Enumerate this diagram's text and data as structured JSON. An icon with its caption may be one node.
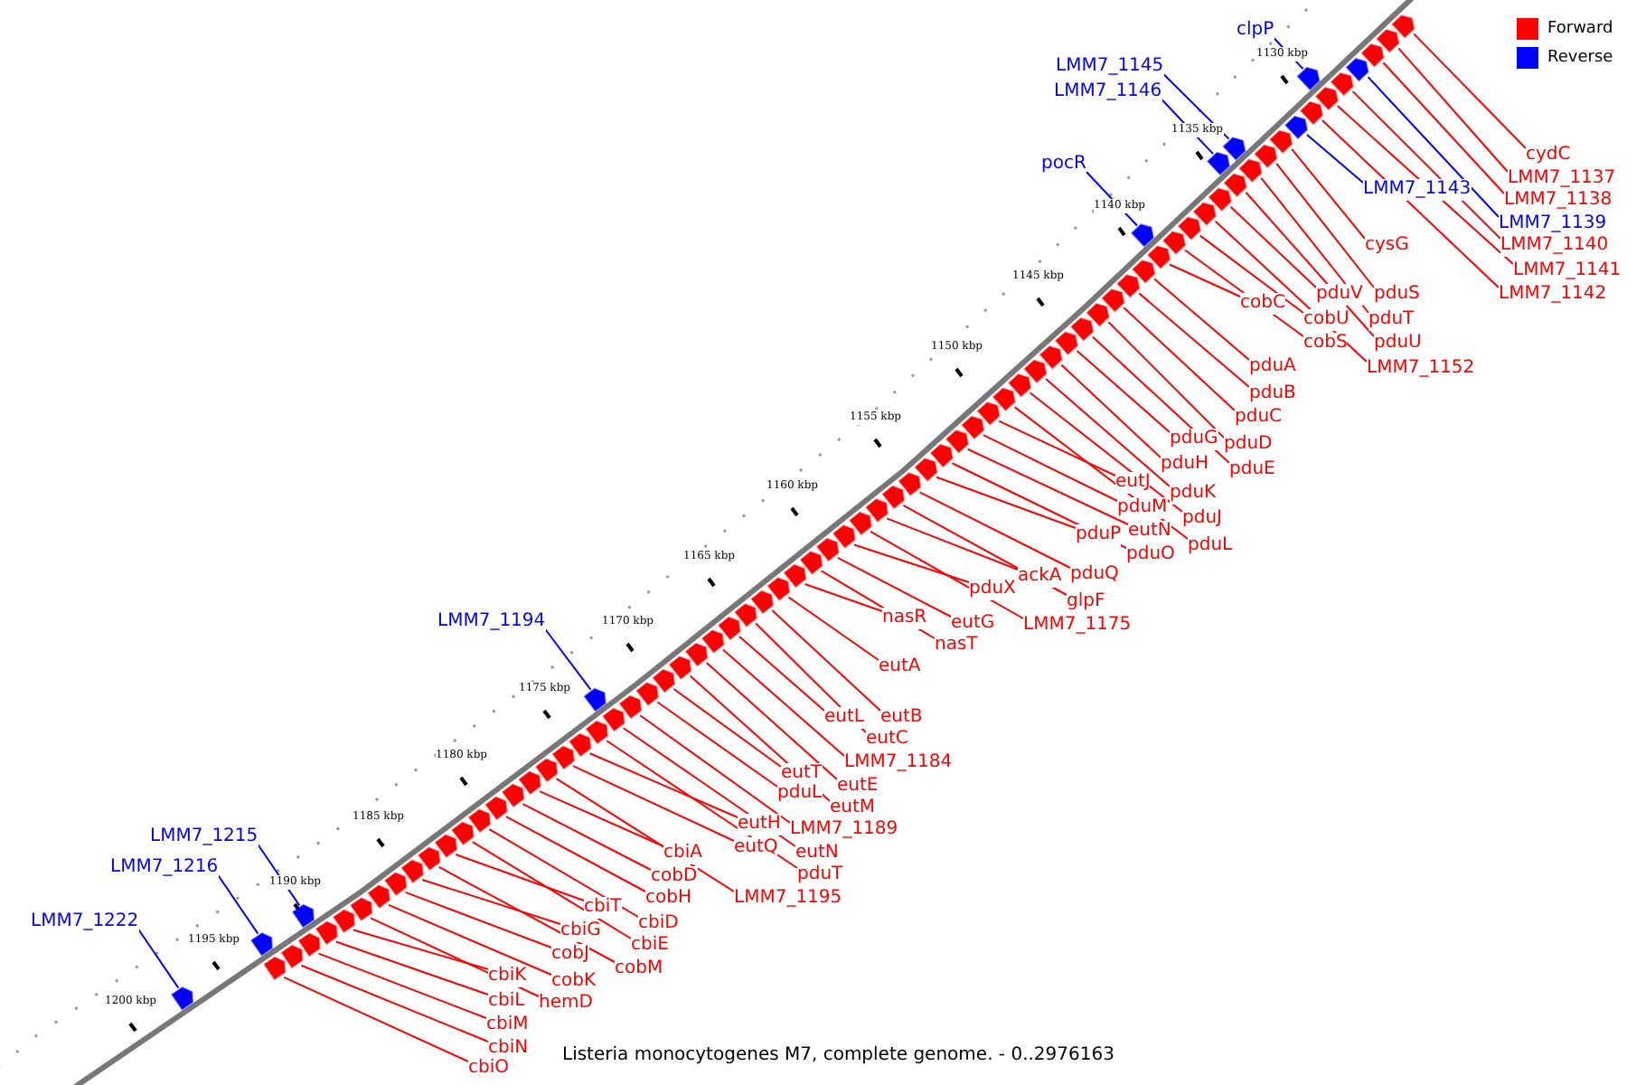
{
  "diagram": {
    "caption": "Listeria monocytogenes M7, complete genome. - 0..2976163",
    "nodes": [
      {
        "text": [
          "clpP"
        ]
      },
      {
        "text": [
          "LMM7_1145"
        ]
      },
      {
        "text": [
          "LMM7_1146"
        ]
      },
      {
        "text": [
          "cydC"
        ]
      },
      {
        "text": [
          "pocR"
        ]
      },
      {
        "text": [
          "LMM7_1137"
        ]
      },
      {
        "text": [
          "LMM7_1143"
        ]
      },
      {
        "text": [
          "LMM7_1138"
        ]
      },
      {
        "text": [
          "LMM7_1139"
        ]
      },
      {
        "text": [
          "LMM7_1140"
        ]
      },
      {
        "text": [
          "cysG"
        ]
      },
      {
        "text": [
          "LMM7_1141"
        ]
      },
      {
        "text": [
          "LMM7_1142"
        ]
      },
      {
        "text": [
          "pduV"
        ]
      },
      {
        "text": [
          "pduS"
        ]
      },
      {
        "text": [
          "cobC"
        ]
      },
      {
        "text": [
          "cobU"
        ]
      },
      {
        "text": [
          "pduT"
        ]
      },
      {
        "text": [
          "cobS"
        ]
      },
      {
        "text": [
          "pduU"
        ]
      },
      {
        "text": [
          "pduA"
        ]
      },
      {
        "text": [
          "LMM7_1152"
        ]
      },
      {
        "text": [
          "pduB"
        ]
      },
      {
        "text": [
          "pduC"
        ]
      },
      {
        "text": [
          "pduG"
        ]
      },
      {
        "text": [
          "pduD"
        ]
      },
      {
        "text": [
          "pduH"
        ]
      },
      {
        "text": [
          "pduE"
        ]
      },
      {
        "text": [
          "eutJ"
        ]
      },
      {
        "text": [
          "pduK"
        ]
      },
      {
        "text": [
          "pduM"
        ]
      },
      {
        "text": [
          "pduJ"
        ]
      },
      {
        "text": [
          "eutN"
        ]
      },
      {
        "text": [
          "pduP"
        ]
      },
      {
        "text": [
          "pduL"
        ]
      },
      {
        "text": [
          "pduO"
        ]
      },
      {
        "text": [
          "pduQ"
        ]
      },
      {
        "text": [
          "ackA"
        ]
      },
      {
        "text": [
          "pduX"
        ]
      },
      {
        "text": [
          "glpF"
        ]
      },
      {
        "text": [
          "nasR"
        ]
      },
      {
        "text": [
          "LMM7_1194"
        ]
      },
      {
        "text": [
          "eutG"
        ]
      },
      {
        "text": [
          "LMM7_1175"
        ]
      },
      {
        "text": [
          "nasT"
        ]
      },
      {
        "text": [
          "eutA"
        ]
      },
      {
        "text": [
          "eutL"
        ]
      },
      {
        "text": [
          "eutB"
        ]
      },
      {
        "text": [
          "eutC"
        ]
      },
      {
        "text": [
          "LMM7_1184"
        ]
      },
      {
        "text": [
          "eutT"
        ]
      },
      {
        "text": [
          "eutE"
        ]
      },
      {
        "text": [
          "pduL"
        ]
      },
      {
        "text": [
          "eutM"
        ]
      },
      {
        "text": [
          "eutH"
        ]
      },
      {
        "text": [
          "LMM7_1189"
        ]
      },
      {
        "text": [
          "LMM7_1215"
        ]
      },
      {
        "text": [
          "eutQ"
        ]
      },
      {
        "text": [
          "cbiA"
        ]
      },
      {
        "text": [
          "eutN"
        ]
      },
      {
        "text": [
          "LMM7_1216"
        ]
      },
      {
        "text": [
          "pduT"
        ]
      },
      {
        "text": [
          "cobD"
        ]
      },
      {
        "text": [
          "cobH"
        ]
      },
      {
        "text": [
          "LMM7_1195"
        ]
      },
      {
        "text": [
          "cbiT"
        ]
      },
      {
        "text": [
          "LMM7_1222"
        ]
      },
      {
        "text": [
          "cbiD"
        ]
      },
      {
        "text": [
          "cbiG"
        ]
      },
      {
        "text": [
          "cbiE"
        ]
      },
      {
        "text": [
          "cobJ"
        ]
      },
      {
        "text": [
          "cobM"
        ]
      },
      {
        "text": [
          "cbiK"
        ]
      },
      {
        "text": [
          "cobK"
        ]
      },
      {
        "text": [
          "cbiL"
        ]
      },
      {
        "text": [
          "hemD"
        ]
      },
      {
        "text": [
          "cbiM"
        ]
      },
      {
        "text": [
          "cbiN"
        ]
      },
      {
        "text": [
          "cbiO"
        ]
      },
      {
        "text": [],
        "shape": "pentagon"
      },
      {
        "text": [],
        "shape": "pentagon"
      },
      {
        "text": [],
        "shape": "pentagon"
      },
      {
        "text": [],
        "shape": "pentagon"
      },
      {
        "text": [],
        "shape": "pentagon"
      },
      {
        "text": [],
        "shape": "pentagon"
      },
      {
        "text": [],
        "shape": "pentagon"
      },
      {
        "text": [],
        "shape": "pentagon"
      },
      {
        "text": [],
        "shape": "pentagon"
      },
      {
        "text": [],
        "shape": "pentagon"
      },
      {
        "text": [],
        "shape": "pentagon"
      },
      {
        "text": [],
        "shape": "pentagon"
      },
      {
        "text": [],
        "shape": "pentagon"
      },
      {
        "text": [],
        "shape": "pentagon"
      },
      {
        "text": [],
        "shape": "pentagon"
      },
      {
        "text": [],
        "shape": "pentagon"
      },
      {
        "text": [],
        "shape": "pentagon"
      },
      {
        "text": [],
        "shape": "pentagon"
      },
      {
        "text": [],
        "shape": "pentagon"
      },
      {
        "text": [],
        "shape": "pentagon"
      },
      {
        "text": [],
        "shape": "pentagon"
      },
      {
        "text": [],
        "shape": "pentagon"
      },
      {
        "text": [],
        "shape": "pentagon"
      },
      {
        "text": [],
        "shape": "pentagon"
      },
      {
        "text": [],
        "shape": "pentagon"
      },
      {
        "text": [],
        "shape": "pentagon"
      },
      {
        "text": [],
        "shape": "pentagon"
      },
      {
        "text": [],
        "shape": "pentagon"
      },
      {
        "text": [],
        "shape": "pentagon"
      },
      {
        "text": [],
        "shape": "pentagon"
      },
      {
        "text": [],
        "shape": "pentagon"
      },
      {
        "text": [],
        "shape": "pentagon"
      },
      {
        "text": [],
        "shape": "pentagon"
      },
      {
        "text": [],
        "shape": "pentagon"
      },
      {
        "text": [],
        "shape": "pentagon"
      },
      {
        "text": [],
        "shape": "pentagon"
      },
      {
        "text": [],
        "shape": "pentagon"
      },
      {
        "text": [],
        "shape": "pentagon"
      },
      {
        "text": [],
        "shape": "pentagon"
      },
      {
        "text": [],
        "shape": "pentagon"
      },
      {
        "text": [],
        "shape": "pentagon"
      },
      {
        "text": [],
        "shape": "pentagon"
      },
      {
        "text": [],
        "shape": "pentagon"
      },
      {
        "text": [],
        "shape": "pentagon"
      },
      {
        "text": [],
        "shape": "pentagon"
      },
      {
        "text": [],
        "shape": "pentagon"
      },
      {
        "text": [],
        "shape": "pentagon"
      },
      {
        "text": [],
        "shape": "pentagon"
      },
      {
        "text": [],
        "shape": "pentagon"
      },
      {
        "text": [],
        "shape": "pentagon"
      },
      {
        "text": [],
        "shape": "pentagon"
      },
      {
        "text": [],
        "shape": "pentagon"
      },
      {
        "text": [],
        "shape": "pentagon"
      },
      {
        "text": [],
        "shape": "pentagon"
      },
      {
        "text": [],
        "shape": "pentagon"
      },
      {
        "text": [],
        "shape": "pentagon"
      },
      {
        "text": [],
        "shape": "pentagon"
      },
      {
        "text": [],
        "shape": "pentagon"
      },
      {
        "text": [],
        "shape": "pentagon"
      },
      {
        "text": [],
        "shape": "pentagon"
      },
      {
        "text": [],
        "shape": "pentagon"
      },
      {
        "text": [],
        "shape": "pentagon"
      },
      {
        "text": [],
        "shape": "pentagon"
      },
      {
        "text": [],
        "shape": "pentagon"
      },
      {
        "text": [],
        "shape": "pentagon"
      },
      {
        "text": [],
        "shape": "pentagon"
      },
      {
        "text": [],
        "shape": "pentagon"
      },
      {
        "text": [],
        "shape": "pentagon"
      },
      {
        "text": [],
        "shape": "pentagon"
      },
      {
        "text": [],
        "shape": "pentagon"
      },
      {
        "text": [],
        "shape": "pentagon"
      },
      {
        "text": [],
        "shape": "pentagon"
      },
      {
        "text": [],
        "shape": "pentagon"
      },
      {
        "text": [],
        "shape": "pentagon"
      },
      {
        "text": [],
        "shape": "pentagon"
      },
      {
        "text": [],
        "shape": "pentagon"
      },
      {
        "text": [],
        "shape": "pentagon"
      },
      {
        "text": [],
        "shape": "pentagon"
      },
      {
        "text": [],
        "shape": "pentagon"
      }
    ],
    "edges": [
      {
        "from": 0,
        "to": 149,
        "arrow": "none",
        "color": "#0000ff"
      },
      {
        "from": 1,
        "to": 148,
        "arrow": "none",
        "color": "#0000ff"
      },
      {
        "from": 2,
        "to": 146,
        "arrow": "none",
        "color": "#0000ff"
      },
      {
        "from": 3,
        "to": 157,
        "arrow": "none"
      },
      {
        "from": 4,
        "to": 137,
        "arrow": "none",
        "color": "#0000ff"
      },
      {
        "from": 5,
        "to": 156,
        "arrow": "none"
      },
      {
        "from": 6,
        "to": 150,
        "arrow": "none",
        "color": "#0000ff"
      },
      {
        "from": 7,
        "to": 155,
        "arrow": "none"
      },
      {
        "from": 8,
        "to": 154,
        "arrow": "none",
        "color": "#0000ff"
      },
      {
        "from": 9,
        "to": 153,
        "arrow": "none"
      },
      {
        "from": 10,
        "to": 147,
        "arrow": "none"
      },
      {
        "from": 11,
        "to": 152,
        "arrow": "none"
      },
      {
        "from": 12,
        "to": 151,
        "arrow": "none"
      },
      {
        "from": 13,
        "to": 142,
        "arrow": "none"
      },
      {
        "from": 14,
        "to": 145,
        "arrow": "none"
      },
      {
        "from": 15,
        "to": 138,
        "arrow": "none"
      },
      {
        "from": 16,
        "to": 140,
        "arrow": "none"
      },
      {
        "from": 17,
        "to": 144,
        "arrow": "none"
      },
      {
        "from": 18,
        "to": 139,
        "arrow": "none"
      },
      {
        "from": 19,
        "to": 143,
        "arrow": "none"
      },
      {
        "from": 20,
        "to": 136,
        "arrow": "none"
      },
      {
        "from": 21,
        "to": 141,
        "arrow": "none"
      },
      {
        "from": 22,
        "to": 135,
        "arrow": "none"
      },
      {
        "from": 23,
        "to": 134,
        "arrow": "none"
      },
      {
        "from": 24,
        "to": 131,
        "arrow": "none"
      },
      {
        "from": 25,
        "to": 133,
        "arrow": "none"
      },
      {
        "from": 26,
        "to": 130,
        "arrow": "none"
      },
      {
        "from": 27,
        "to": 132,
        "arrow": "none"
      },
      {
        "from": 28,
        "to": 126,
        "arrow": "none"
      },
      {
        "from": 29,
        "to": 129,
        "arrow": "none"
      },
      {
        "from": 30,
        "to": 125,
        "arrow": "none"
      },
      {
        "from": 31,
        "to": 128,
        "arrow": "none"
      },
      {
        "from": 32,
        "to": 124,
        "arrow": "none"
      },
      {
        "from": 33,
        "to": 122,
        "arrow": "none"
      },
      {
        "from": 34,
        "to": 127,
        "arrow": "none"
      },
      {
        "from": 35,
        "to": 123,
        "arrow": "none"
      },
      {
        "from": 36,
        "to": 121,
        "arrow": "none"
      },
      {
        "from": 37,
        "to": 119,
        "arrow": "none"
      },
      {
        "from": 38,
        "to": 117,
        "arrow": "none"
      },
      {
        "from": 39,
        "to": 120,
        "arrow": "none"
      },
      {
        "from": 40,
        "to": 114,
        "arrow": "none"
      },
      {
        "from": 41,
        "to": 99,
        "arrow": "none",
        "color": "#0000ff"
      },
      {
        "from": 42,
        "to": 116,
        "arrow": "none"
      },
      {
        "from": 43,
        "to": 118,
        "arrow": "none"
      },
      {
        "from": 44,
        "to": 115,
        "arrow": "none"
      },
      {
        "from": 45,
        "to": 113,
        "arrow": "none"
      },
      {
        "from": 46,
        "to": 110,
        "arrow": "none"
      },
      {
        "from": 47,
        "to": 112,
        "arrow": "none"
      },
      {
        "from": 48,
        "to": 111,
        "arrow": "none"
      },
      {
        "from": 49,
        "to": 109,
        "arrow": "none"
      },
      {
        "from": 50,
        "to": 106,
        "arrow": "none"
      },
      {
        "from": 51,
        "to": 108,
        "arrow": "none"
      },
      {
        "from": 52,
        "to": 105,
        "arrow": "none"
      },
      {
        "from": 53,
        "to": 107,
        "arrow": "none"
      },
      {
        "from": 54,
        "to": 101,
        "arrow": "none"
      },
      {
        "from": 55,
        "to": 104,
        "arrow": "none"
      },
      {
        "from": 56,
        "to": 81,
        "arrow": "none",
        "color": "#0000ff"
      },
      {
        "from": 57,
        "to": 100,
        "arrow": "none"
      },
      {
        "from": 58,
        "to": 97,
        "arrow": "none"
      },
      {
        "from": 59,
        "to": 103,
        "arrow": "none"
      },
      {
        "from": 60,
        "to": 80,
        "arrow": "none",
        "color": "#0000ff"
      },
      {
        "from": 61,
        "to": 102,
        "arrow": "none"
      },
      {
        "from": 62,
        "to": 96,
        "arrow": "none"
      },
      {
        "from": 63,
        "to": 95,
        "arrow": "none"
      },
      {
        "from": 64,
        "to": 98,
        "arrow": "none"
      },
      {
        "from": 65,
        "to": 92,
        "arrow": "none"
      },
      {
        "from": 66,
        "to": 79,
        "arrow": "none",
        "color": "#0000ff"
      },
      {
        "from": 67,
        "to": 94,
        "arrow": "none"
      },
      {
        "from": 68,
        "to": 90,
        "arrow": "none"
      },
      {
        "from": 69,
        "to": 93,
        "arrow": "none"
      },
      {
        "from": 70,
        "to": 89,
        "arrow": "none"
      },
      {
        "from": 71,
        "to": 91,
        "arrow": "none"
      },
      {
        "from": 72,
        "to": 86,
        "arrow": "none"
      },
      {
        "from": 73,
        "to": 88,
        "arrow": "none"
      },
      {
        "from": 74,
        "to": 85,
        "arrow": "none"
      },
      {
        "from": 75,
        "to": 87,
        "arrow": "none"
      },
      {
        "from": 76,
        "to": 84,
        "arrow": "none"
      },
      {
        "from": 77,
        "to": 83,
        "arrow": "none"
      },
      {
        "from": 78,
        "to": 82,
        "arrow": "none"
      }
    ],
    "labels": [
      "1130 kbp",
      "1135 kbp",
      "1140 kbp",
      "1145 kbp",
      "1150 kbp",
      "1155 kbp",
      "1160 kbp",
      "1165 kbp",
      "1170 kbp",
      "1175 kbp",
      "1180 kbp",
      "1185 kbp",
      "1190 kbp",
      "1195 kbp",
      "1200 kbp"
    ],
    "legend": [
      {
        "text": "Forward",
        "color": "#ff0000"
      },
      {
        "text": "Reverse",
        "color": "#0000ff"
      }
    ]
  }
}
